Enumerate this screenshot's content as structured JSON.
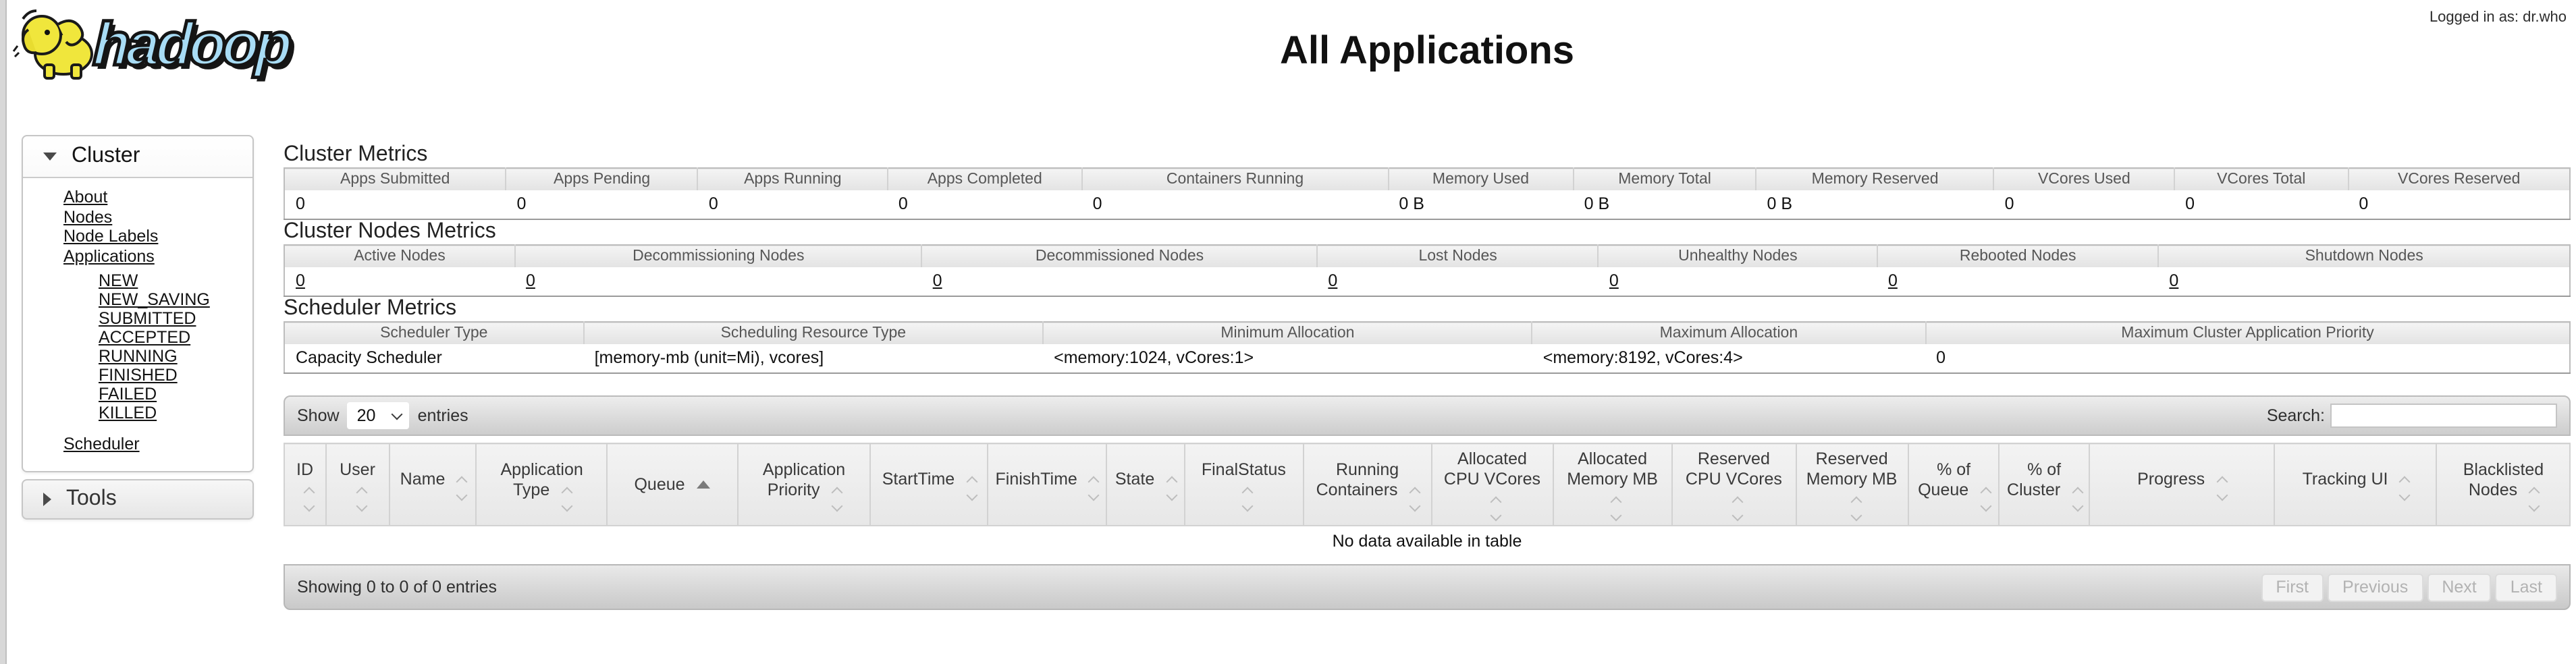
{
  "header": {
    "logo_text": "hadoop",
    "title": "All Applications",
    "logged_in_as": "Logged in as: dr.who"
  },
  "sidebar": {
    "cluster_title": "Cluster",
    "items": [
      "About",
      "Nodes",
      "Node Labels",
      "Applications"
    ],
    "app_states": [
      "NEW",
      "NEW_SAVING",
      "SUBMITTED",
      "ACCEPTED",
      "RUNNING",
      "FINISHED",
      "FAILED",
      "KILLED"
    ],
    "scheduler_label": "Scheduler",
    "tools_title": "Tools"
  },
  "cluster_metrics": {
    "heading": "Cluster Metrics",
    "columns": [
      "Apps Submitted",
      "Apps Pending",
      "Apps Running",
      "Apps Completed",
      "Containers Running",
      "Memory Used",
      "Memory Total",
      "Memory Reserved",
      "VCores Used",
      "VCores Total",
      "VCores Reserved"
    ],
    "values": [
      "0",
      "0",
      "0",
      "0",
      "0",
      "0 B",
      "0 B",
      "0 B",
      "0",
      "0",
      "0"
    ]
  },
  "cluster_nodes_metrics": {
    "heading": "Cluster Nodes Metrics",
    "columns": [
      "Active Nodes",
      "Decommissioning Nodes",
      "Decommissioned Nodes",
      "Lost Nodes",
      "Unhealthy Nodes",
      "Rebooted Nodes",
      "Shutdown Nodes"
    ],
    "values": [
      "0",
      "0",
      "0",
      "0",
      "0",
      "0",
      "0"
    ]
  },
  "scheduler_metrics": {
    "heading": "Scheduler Metrics",
    "columns": [
      "Scheduler Type",
      "Scheduling Resource Type",
      "Minimum Allocation",
      "Maximum Allocation",
      "Maximum Cluster Application Priority"
    ],
    "values": [
      "Capacity Scheduler",
      "[memory-mb (unit=Mi), vcores]",
      "<memory:1024, vCores:1>",
      "<memory:8192, vCores:4>",
      "0"
    ]
  },
  "apps_table": {
    "show_label": "Show",
    "entries_value": "20",
    "entries_label": "entries",
    "search_label": "Search:",
    "search_value": "",
    "columns": [
      "ID",
      "User",
      "Name",
      "Application Type",
      "Queue",
      "Application Priority",
      "StartTime",
      "FinishTime",
      "State",
      "FinalStatus",
      "Running Containers",
      "Allocated CPU VCores",
      "Allocated Memory MB",
      "Reserved CPU VCores",
      "Reserved Memory MB",
      "% of Queue",
      "% of Cluster",
      "Progress",
      "Tracking UI",
      "Blacklisted Nodes"
    ],
    "sorted_column": "Queue",
    "sorted_direction": "ascending",
    "empty_text": "No data available in table",
    "footer_text": "Showing 0 to 0 of 0 entries",
    "pagination": [
      "First",
      "Previous",
      "Next",
      "Last"
    ]
  }
}
